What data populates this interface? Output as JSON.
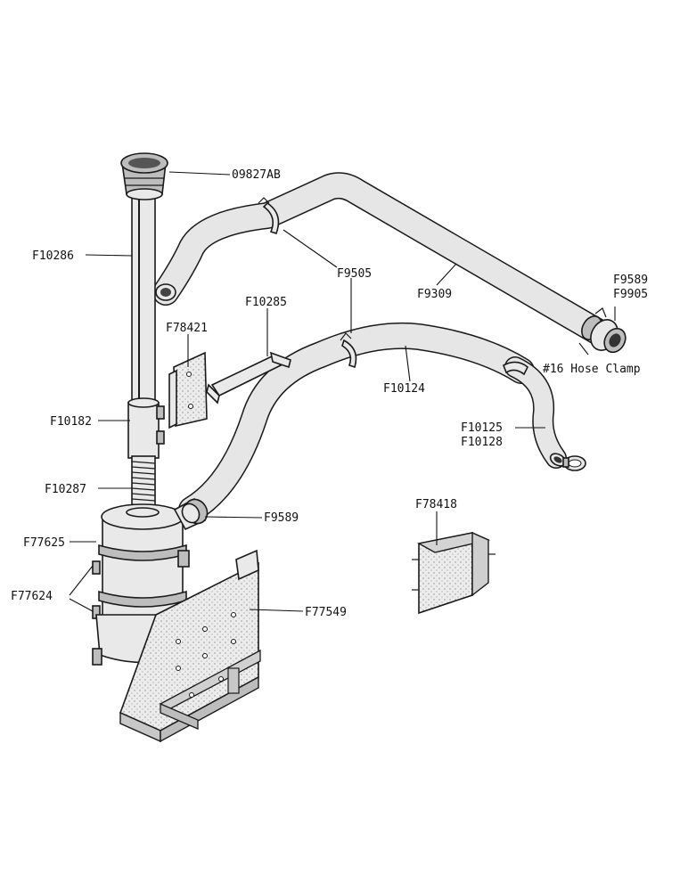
{
  "labels": {
    "cap": "09827AB",
    "pipe_upper": "F10286",
    "bracket_small": "F10285",
    "plate_small": "F78421",
    "clamp_upper": "F9505",
    "hose_upper": "F9309",
    "fitting_a": "F9589",
    "fitting_b": "F9905",
    "hose_clamp": "#16 Hose Clamp",
    "hose_lower": "F10124",
    "elbow_a": "F10125",
    "elbow_b": "F10128",
    "coupling": "F10182",
    "flex_pipe": "F10287",
    "outlet_fitting": "F9589",
    "band_upper": "F77625",
    "band_lower": "F77624",
    "bracket_right": "F78418",
    "mount_bracket": "F77549"
  }
}
